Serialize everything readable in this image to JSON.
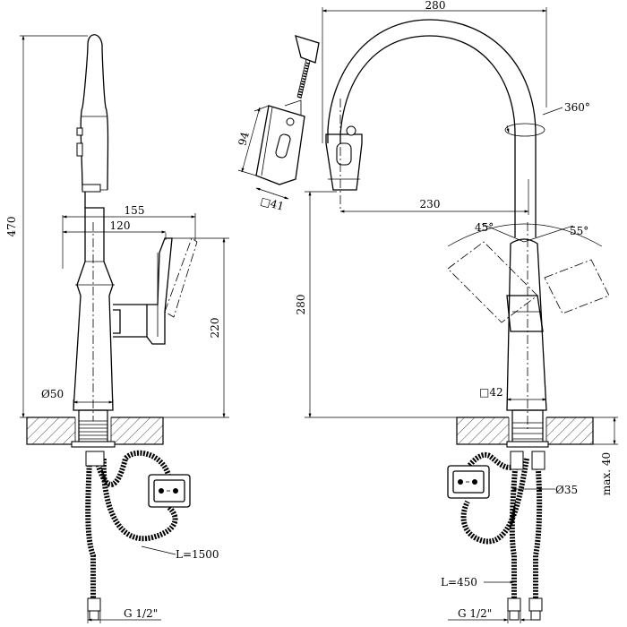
{
  "dimensions": {
    "height_total": "470",
    "handle_len_155": "155",
    "handle_len_120": "120",
    "handle_height_220": "220",
    "base_diameter": "Ø50",
    "hose_length_left": "L=1500",
    "thread_left": "G 1/2\"",
    "width_280": "280",
    "rotation": "360°",
    "pullout_height": "94",
    "head_square": "□41",
    "reach_230": "230",
    "spout_height_280": "280",
    "angle_left": "45°",
    "angle_right": "55°",
    "body_square": "□42",
    "max_thickness": "max. 40",
    "shank_diameter": "Ø35",
    "hose_length_right": "L=450",
    "thread_right": "G 1/2\""
  }
}
